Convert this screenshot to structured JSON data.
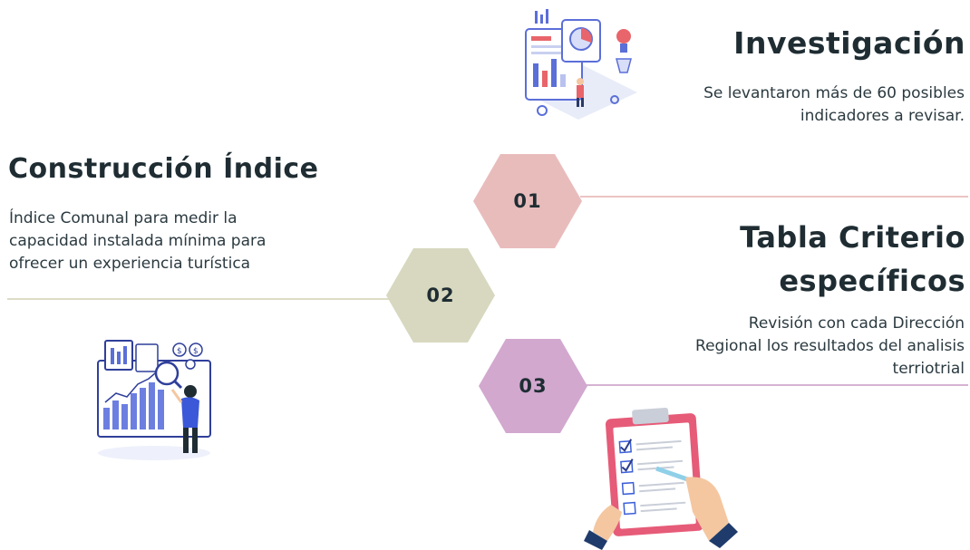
{
  "colors": {
    "step1": "#e9bcbc",
    "step2": "#d7d8bf",
    "step3": "#d2a8cf",
    "text": "#1f2d33"
  },
  "steps": [
    {
      "number": "01",
      "title": "Investigación",
      "description_lines": [
        "Se levantaron más de 60 posibles",
        "indicadores a revisar."
      ]
    },
    {
      "number": "02",
      "title": "Construcción Índice",
      "description_lines": [
        "Índice  Comunal para medir la",
        "capacidad instalada mínima para",
        "ofrecer un experiencia turística"
      ]
    },
    {
      "number": "03",
      "title_lines": [
        "Tabla Criterio",
        "específicos"
      ],
      "description_lines": [
        "Revisión con cada Dirección",
        "Regional los resultados del analisis",
        "terriotrial"
      ]
    }
  ],
  "illustrations": {
    "step1": "dashboard-research-icon",
    "step2": "analyst-chart-icon",
    "step3": "checklist-clipboard-icon"
  }
}
